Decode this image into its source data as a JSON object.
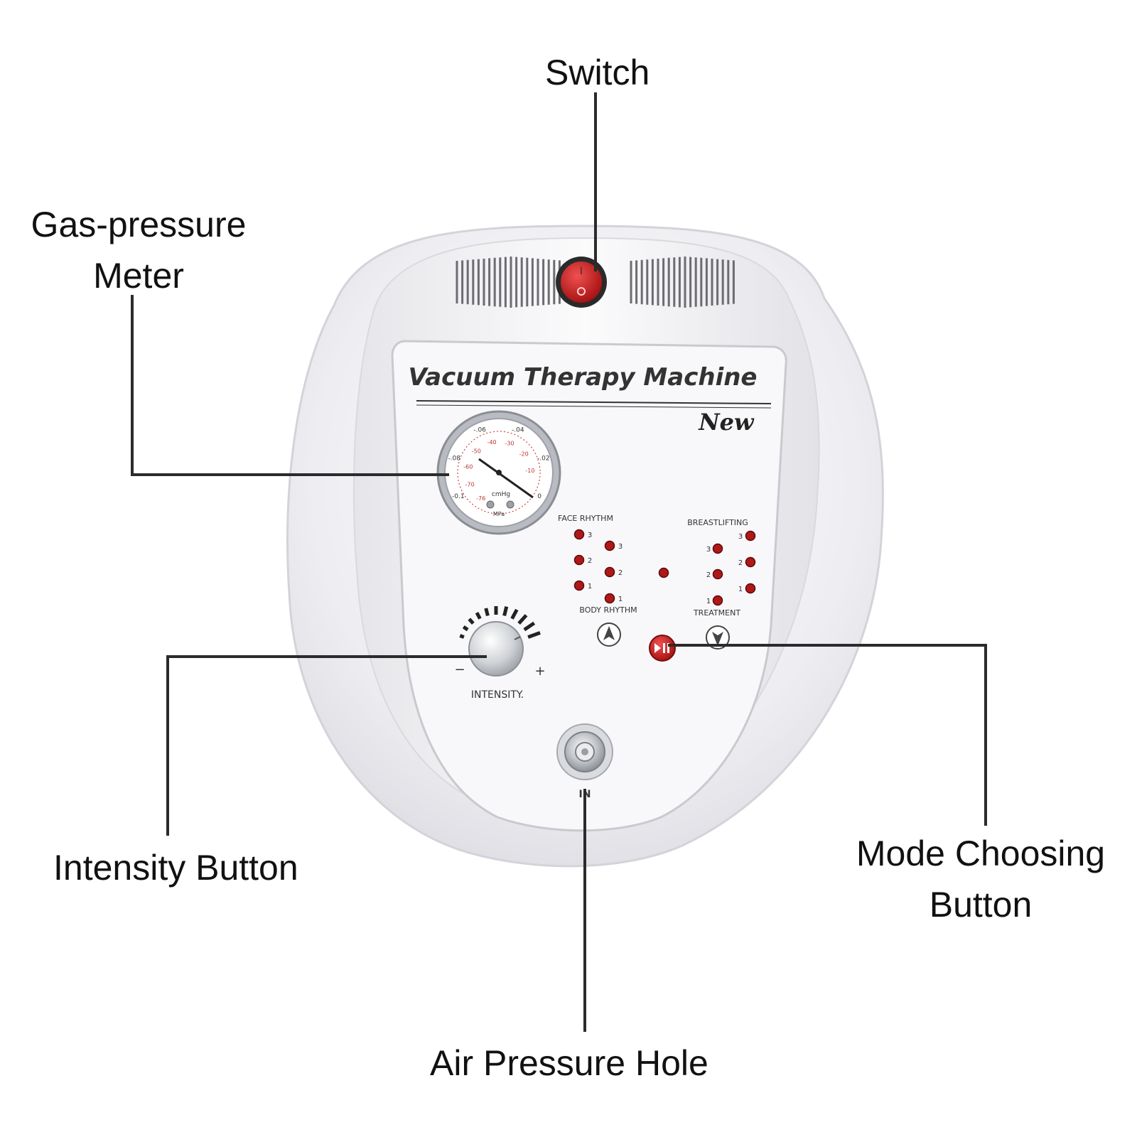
{
  "callouts": {
    "switch": "Switch",
    "gas_pressure_meter": [
      "Gas-pressure",
      "Meter"
    ],
    "intensity_button": "Intensity Button",
    "mode_choosing_button": [
      "Mode Choosing",
      "Button"
    ],
    "air_pressure_hole": "Air Pressure Hole"
  },
  "panel": {
    "title": "Vacuum Therapy Machine",
    "subtitle": "New",
    "face_rhythm": "FACE RHYTHM",
    "body_rhythm": "BODY RHYTHM",
    "breastlifting": "BREASTLIFTING",
    "treatment": "TREATMENT",
    "intensity": "INTENSITY.",
    "minus": "−",
    "plus": "+",
    "in_port": "IN",
    "levels": [
      "1",
      "2",
      "3"
    ]
  },
  "gauge": {
    "outer_scale": [
      "-0.1",
      "-.08",
      "-.06",
      "-.04",
      "-.02",
      "0"
    ],
    "inner_scale": [
      "-76",
      "-70",
      "-60",
      "-50",
      "-40",
      "-30",
      "-20",
      "-10"
    ],
    "unit_cmhg": "cmHg",
    "unit_mpa": "MPa"
  },
  "colors": {
    "led_red": "#b01818",
    "switch_red": "#c81a1a",
    "device_white": "#f4f4f6",
    "callout_line": "#2b2b2b"
  }
}
